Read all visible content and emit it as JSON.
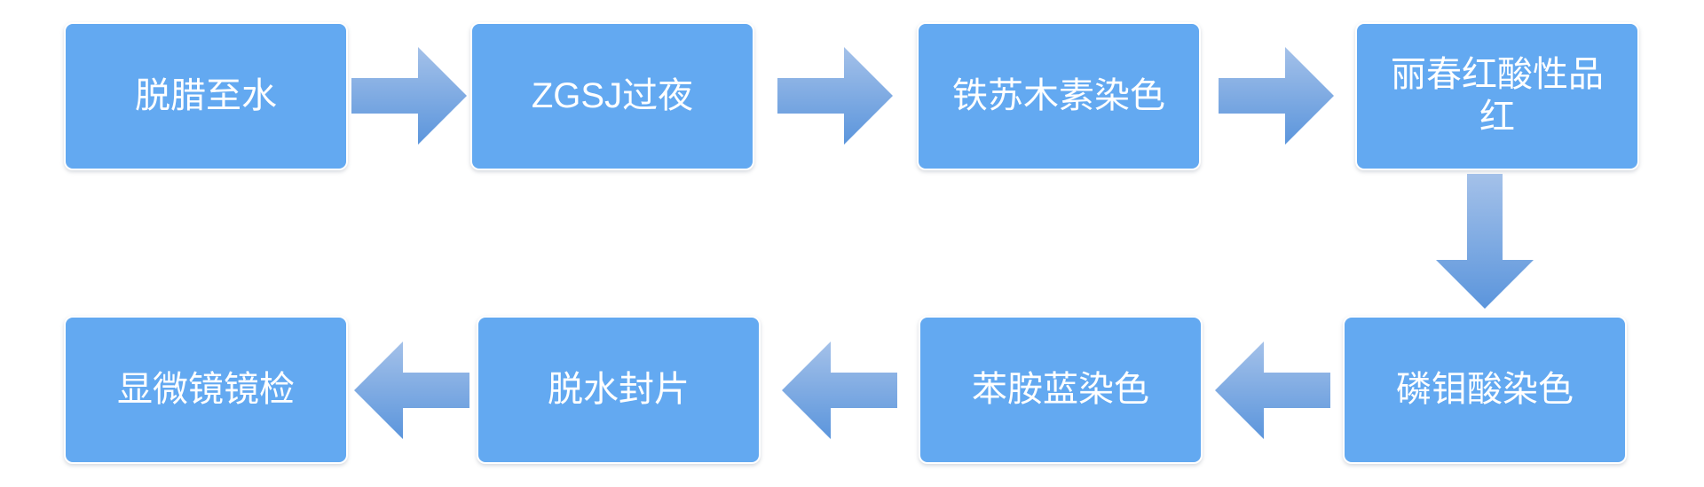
{
  "flowchart": {
    "description": "Staining procedure flowchart, two rows, serpentine flow",
    "colors": {
      "background": "#ffffff",
      "box_fill": "#63a9f1",
      "box_text": "#ffffff",
      "arrow_gradient_light": "#a4c1e9",
      "arrow_gradient_dark": "#5b95dc"
    },
    "steps": [
      {
        "label": "脱腊至水"
      },
      {
        "label": "ZGSJ过夜"
      },
      {
        "label": "铁苏木素染色"
      },
      {
        "label": "丽春红酸性品红"
      },
      {
        "label": "磷钼酸染色"
      },
      {
        "label": "苯胺蓝染色"
      },
      {
        "label": "脱水封片"
      },
      {
        "label": "显微镜镜检"
      }
    ],
    "connections": [
      {
        "from": "脱腊至水",
        "to": "ZGSJ过夜",
        "direction": "right"
      },
      {
        "from": "ZGSJ过夜",
        "to": "铁苏木素染色",
        "direction": "right"
      },
      {
        "from": "铁苏木素染色",
        "to": "丽春红酸性品红",
        "direction": "right"
      },
      {
        "from": "丽春红酸性品红",
        "to": "磷钼酸染色",
        "direction": "down"
      },
      {
        "from": "磷钼酸染色",
        "to": "苯胺蓝染色",
        "direction": "left"
      },
      {
        "from": "苯胺蓝染色",
        "to": "脱水封片",
        "direction": "left"
      },
      {
        "from": "脱水封片",
        "to": "显微镜镜检",
        "direction": "left"
      }
    ]
  }
}
